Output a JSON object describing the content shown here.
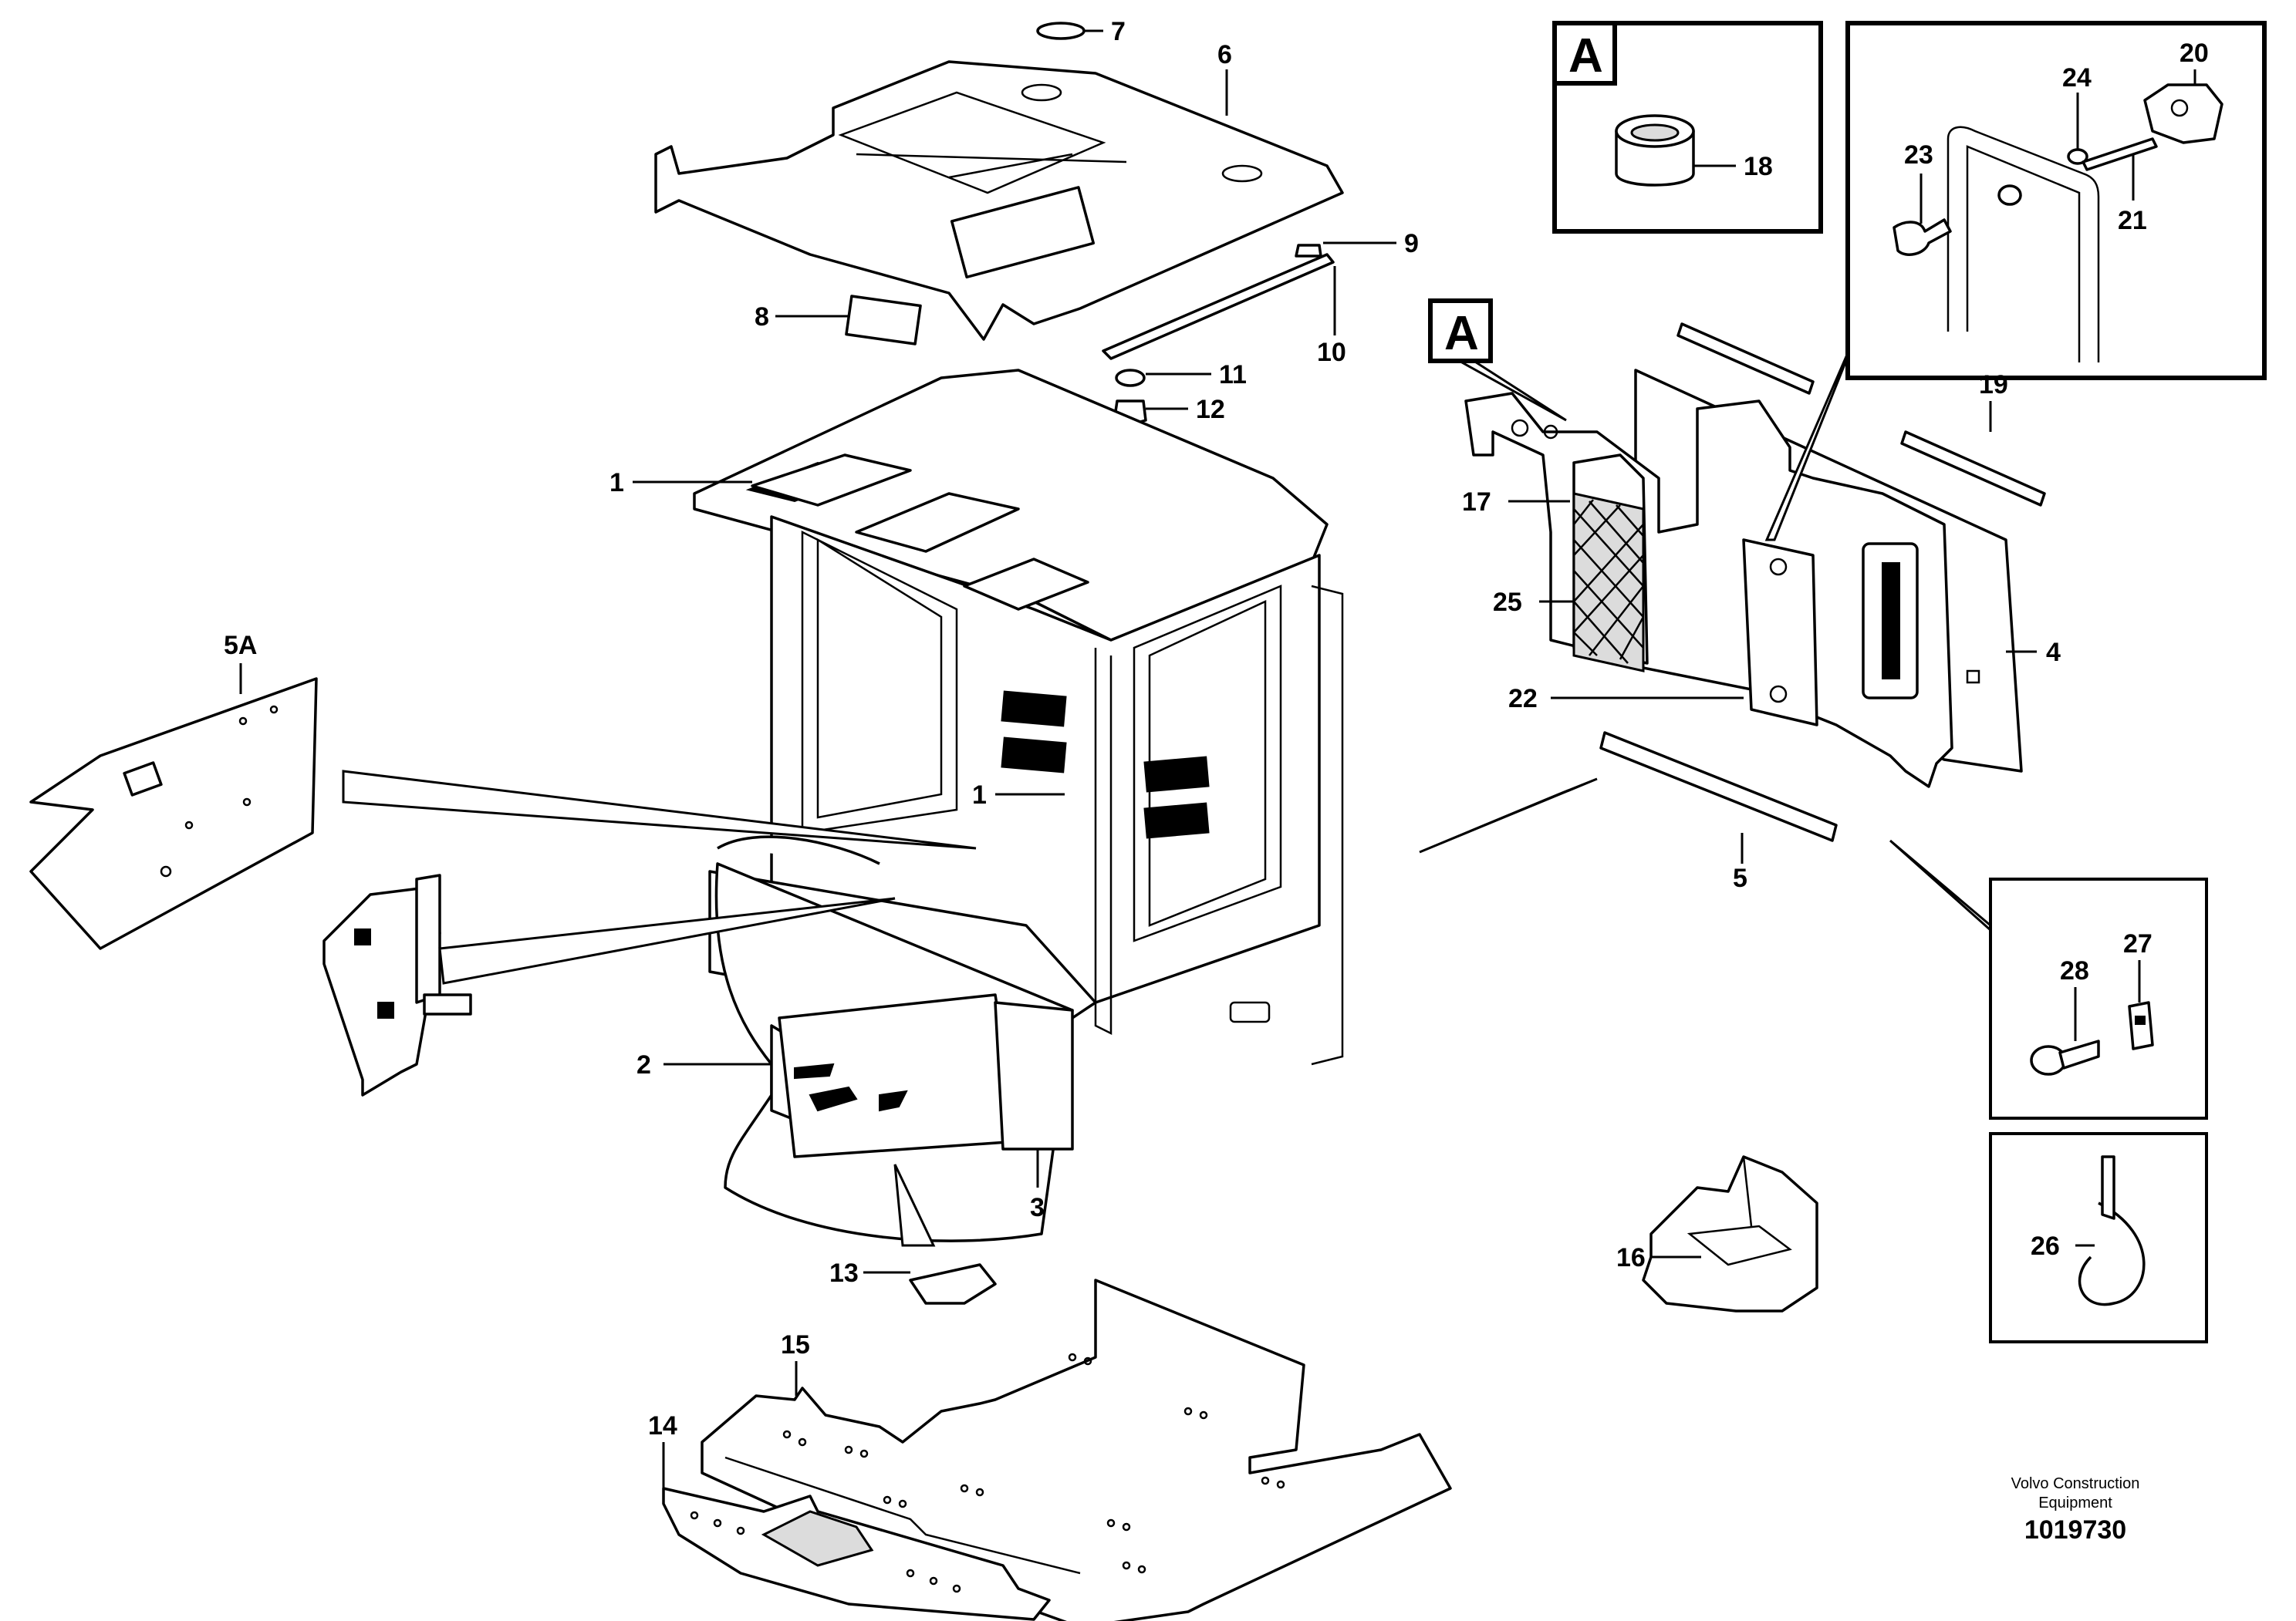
{
  "callouts": {
    "c1a": "1",
    "c1b": "1",
    "c2": "2",
    "c3": "3",
    "c4": "4",
    "c5": "5",
    "c5a": "5A",
    "c6": "6",
    "c7": "7",
    "c8": "8",
    "c9": "9",
    "c10": "10",
    "c11": "11",
    "c12": "12",
    "c13": "13",
    "c14": "14",
    "c15": "15",
    "c16": "16",
    "c17": "17",
    "c18": "18",
    "c19": "19",
    "c20": "20",
    "c21": "21",
    "c22": "22",
    "c23": "23",
    "c24": "24",
    "c25": "25",
    "c26": "26",
    "c27": "27",
    "c28": "28"
  },
  "detail_marker": "A",
  "detail_marker_ref": "A",
  "credit": {
    "line1": "Volvo Construction",
    "line2": "Equipment",
    "drawing_number": "1019730"
  },
  "colors": {
    "ink": "#000000",
    "paper": "#ffffff"
  }
}
